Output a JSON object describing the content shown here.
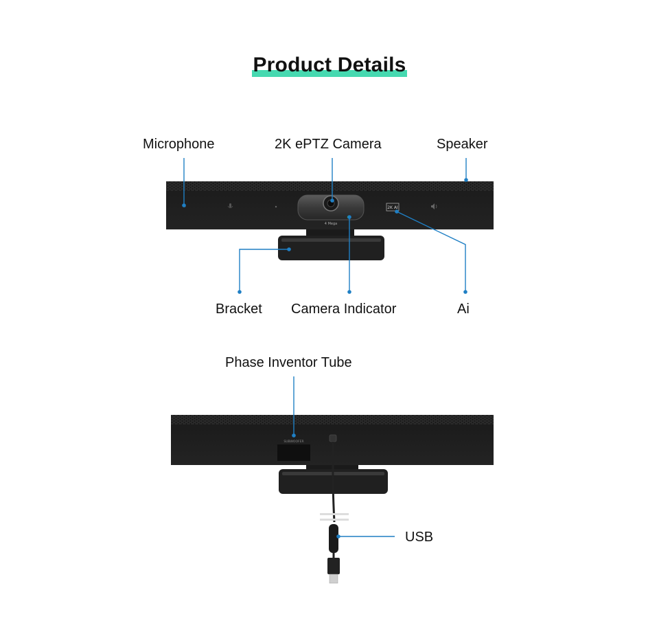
{
  "title": "Product Details",
  "front_view": {
    "labels": {
      "microphone": "Microphone",
      "camera": "2K ePTZ Camera",
      "speaker": "Speaker",
      "bracket": "Bracket",
      "camera_indicator": "Camera Indicator",
      "ai": "Ai"
    },
    "lens_text": "4 Mega",
    "ai_badge": "2K AI"
  },
  "back_view": {
    "labels": {
      "phase_inventor_tube": "Phase Inventor Tube",
      "usb": "USB"
    },
    "port_text": "SUBWOOFER"
  },
  "colors": {
    "accent_underline": "#46d9b0",
    "callout_line": "#1f7fc4",
    "device_body": "#1e1e1e",
    "indicator_led": "#35d04a"
  }
}
